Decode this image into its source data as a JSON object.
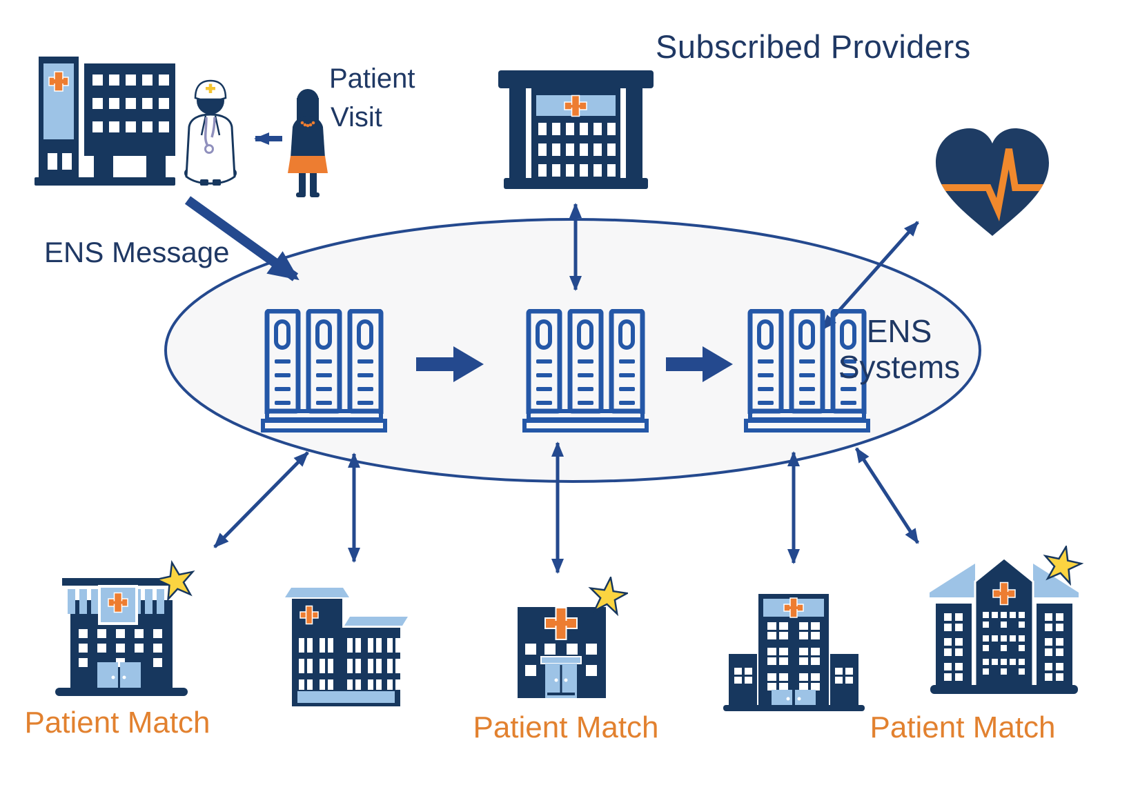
{
  "title": "Subscribed Providers",
  "annotations": {
    "patient_visit_line1": "Patient",
    "patient_visit_line2": "Visit",
    "ens_message": "ENS Message",
    "ens_systems_line1": "ENS",
    "ens_systems_line2": "Systems"
  },
  "patient_match_labels": [
    "Patient Match",
    "Patient Match",
    "Patient Match"
  ],
  "diagram": {
    "ens_server_clusters": 3,
    "subscribed_provider_buildings": 6,
    "patient_match_count": 3
  },
  "icons": {
    "provider-hospital-icon": "dark navy hospital with light blue panel and orange cross",
    "doctor-icon": "doctor in white coat with stethoscope and cap",
    "patient-icon": "female patient with orange skirt",
    "subscribed-hospital-icon": "navy hospital building with orange cross band",
    "heart-ekg-icon": "navy heart with orange EKG pulse line",
    "server-rack-icon": "three-column blue server rack on tray",
    "star-icon": "yellow five-point star marking a patient match",
    "arrow-icon": "navy connector arrows (single, double-headed and block)"
  },
  "colors": {
    "navy": "#17375e",
    "arrow_blue": "#24498e",
    "server_blue": "#2457a7",
    "light_blue": "#9dc3e6",
    "orange": "#ed7d31",
    "text_navy": "#1f3864",
    "text_orange": "#e2812f",
    "star_yellow": "#fbd441",
    "ellipse_fill": "#f7f7f8"
  }
}
